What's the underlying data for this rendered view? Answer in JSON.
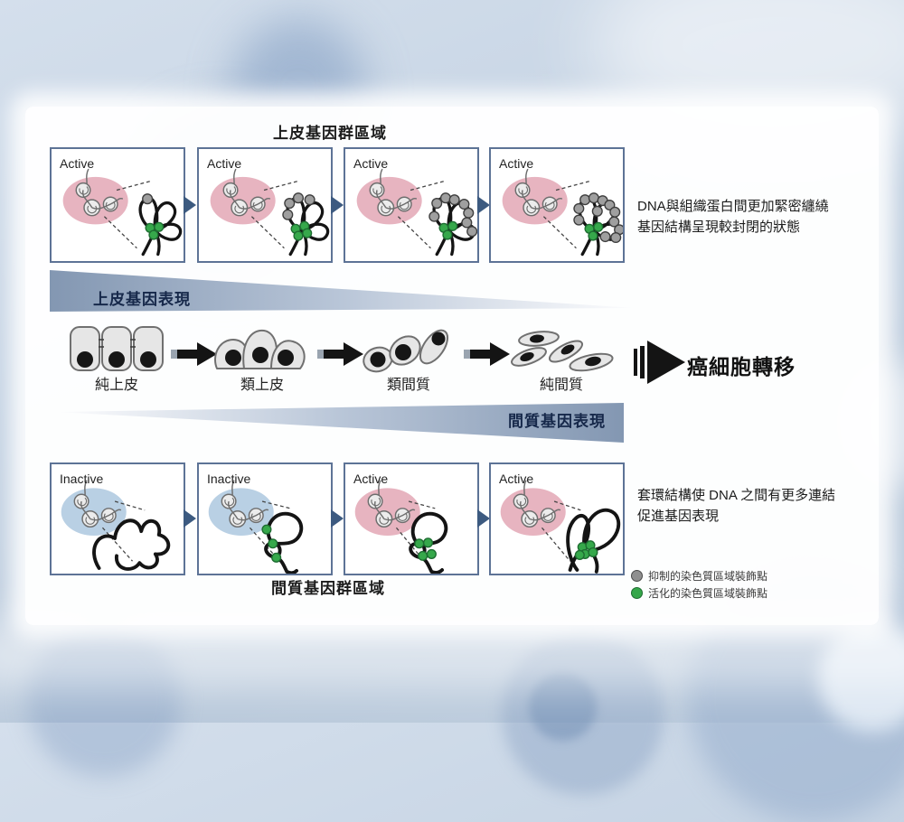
{
  "figure": {
    "top": {
      "region_title": "上皮基因群區域",
      "boxes": [
        {
          "state": "Active"
        },
        {
          "state": "Active"
        },
        {
          "state": "Active"
        },
        {
          "state": "Active"
        }
      ],
      "note": {
        "line1": "DNA與組織蛋白間更加緊密纏繞",
        "line2": "基因結構呈現較封閉的狀態"
      }
    },
    "wedges": {
      "epithelial": "上皮基因表現",
      "mesenchymal": "間質基因表現"
    },
    "emt_stages": [
      {
        "label": "純上皮"
      },
      {
        "label": "類上皮"
      },
      {
        "label": "類間質"
      },
      {
        "label": "純間質"
      }
    ],
    "metastasis_label": "癌細胞轉移",
    "bottom": {
      "region_title": "間質基因群區域",
      "boxes": [
        {
          "state": "Inactive"
        },
        {
          "state": "Inactive"
        },
        {
          "state": "Active"
        },
        {
          "state": "Active"
        }
      ],
      "note": {
        "line1": "套環結構使 DNA 之間有更多連結",
        "line2": "促進基因表現"
      }
    },
    "legend": {
      "repressed": "抑制的染色質區域裝飾點",
      "activated": "活化的染色質區域裝飾點"
    },
    "colors": {
      "box_border": "#5d7396",
      "arrow_blue": "#3c5a80",
      "territory_active_pink": "#e7b4c0",
      "territory_inactive_blue": "#b9d0e4",
      "repressive_mark_gray": "#9f9f9f",
      "active_mark_green": "#36a84b",
      "wedge_blue": "#8397b2",
      "label_navy": "#16284a"
    }
  }
}
